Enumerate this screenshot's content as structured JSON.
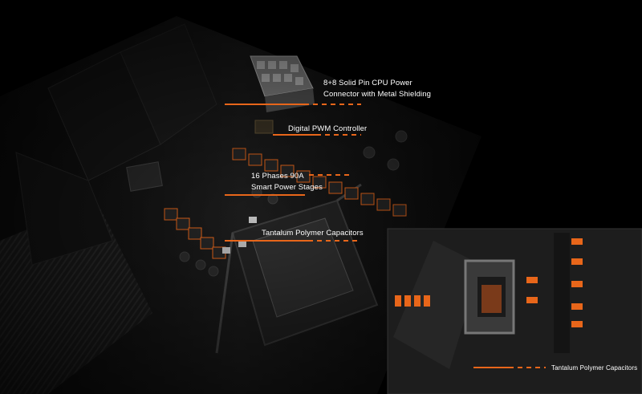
{
  "callouts": {
    "cpu_power": {
      "line1": "8+8 Solid Pin CPU Power",
      "line2": "Connector with Metal Shielding"
    },
    "pwm": {
      "label": "Digital PWM Controller"
    },
    "power_stages": {
      "line1": "16 Phases 90A",
      "line2": "Smart Power Stages"
    },
    "tantalum_main": {
      "label": "Tantalum Polymer Capacitors"
    },
    "tantalum_inset": {
      "label": "Tantalum Polymer Capacitors"
    }
  },
  "colors": {
    "background": "#000000",
    "board": "#1a1a1a",
    "accent_orange": "#e8661a",
    "text": "#ffffff"
  }
}
